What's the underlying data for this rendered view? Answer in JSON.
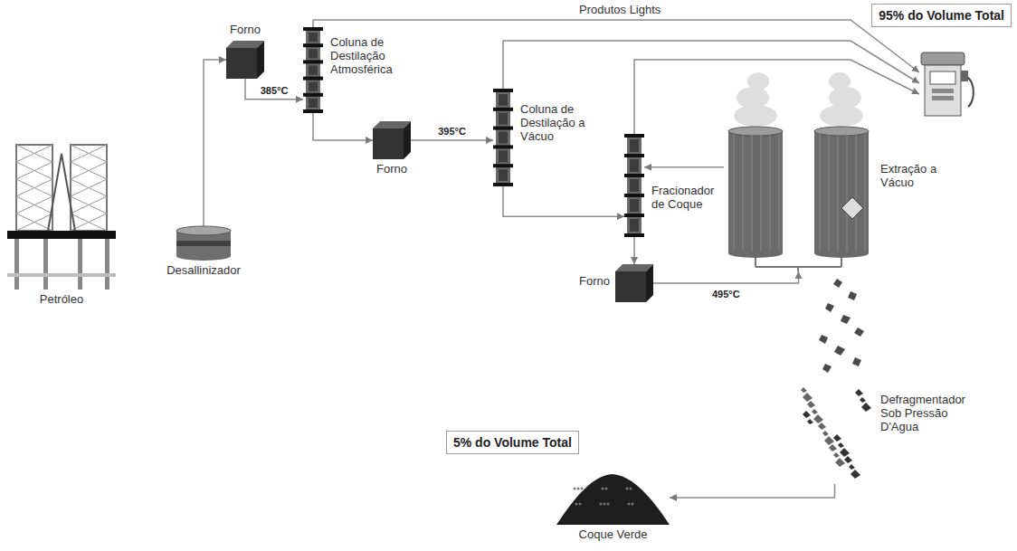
{
  "diagram": {
    "nodes": [
      {
        "text": [
          "Petróleo"
        ]
      },
      {
        "text": [
          "Desallinizador"
        ]
      },
      {
        "text": [
          "Forno"
        ]
      },
      {
        "text": [
          "Coluna de Destilação Atmosférica"
        ]
      },
      {
        "text": [
          "Forno"
        ]
      },
      {
        "text": [
          "Coluna de Destilação a Vácuo"
        ]
      },
      {
        "text": [
          "Fracionador de Coque"
        ]
      },
      {
        "text": [
          "Forno"
        ]
      },
      {
        "text": [
          "Extração a Vácuo"
        ]
      },
      {
        "text": [
          "95% do Volume Total"
        ]
      },
      {
        "text": [
          "Defragmentador Sob Pressão D'Agua"
        ]
      },
      {
        "text": [
          "5% do Volume Total"
        ]
      },
      {
        "text": [
          "Coque Verde"
        ]
      }
    ],
    "edges": [
      {
        "from": 1,
        "to": 2,
        "arrow": "to"
      },
      {
        "from": 2,
        "to": 3,
        "label": "385°C",
        "arrow": "to"
      },
      {
        "from": 3,
        "to": 4,
        "arrow": "to"
      },
      {
        "from": 4,
        "to": 5,
        "label": "395°C",
        "arrow": "to"
      },
      {
        "from": 5,
        "to": 6,
        "arrow": "to"
      },
      {
        "from": 6,
        "to": 7,
        "arrow": "to"
      },
      {
        "from": 7,
        "to": 8,
        "label": "495°C",
        "arrow": "to"
      },
      {
        "from": 8,
        "to": 6,
        "arrow": "to"
      },
      {
        "from": 10,
        "to": 12,
        "arrow": "to"
      }
    ],
    "labels": [
      "Produtos Lights"
    ]
  }
}
